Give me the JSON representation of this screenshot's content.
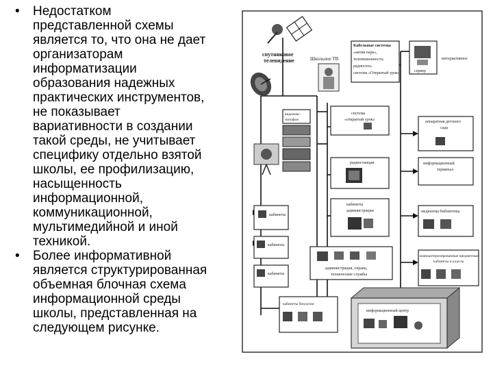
{
  "bullets": [
    {
      "marker": "•",
      "lines": [
        "Недостатком",
        "представленной схемы",
        "является то, что она не дает",
        "организаторам",
        "информатизации",
        "образования надежных",
        "практических инструментов,",
        "не показывает",
        "вариативности в создании",
        "такой среды, не учитывает",
        "специфику отдельно взятой",
        "школы, ее профилизацию,",
        "насыщенность",
        "информационной,",
        "коммуникационной,",
        "мультимедийной и иной",
        "техникой."
      ]
    },
    {
      "marker": "•",
      "lines": [
        "Более информативной",
        "является структурированная",
        "объемная блочная схема",
        "информационной среды",
        "школы, представленная на",
        "следующем рисунке."
      ]
    }
  ],
  "diagram": {
    "satellite_tv": [
      "спутниковое",
      "телевидение"
    ],
    "school_tv": "Школьное ТВ",
    "cable_systems": [
      "Кабельные системы",
      "«актив парк»,",
      "телевизионность;",
      "радиосеть;",
      "система «Открытый урок»"
    ],
    "server": "сервер",
    "interactive": "интерактивное",
    "video_recorder": [
      "видеомаг-",
      "нитофон"
    ],
    "open_lesson": [
      "система",
      "«открытый урок»"
    ],
    "district_hardware": [
      "аппаратная детского",
      "сада"
    ],
    "radio_station": "радиостанция",
    "info_terminal": [
      "информационный",
      "терминал"
    ],
    "admin_offices": [
      "кабинеты",
      "администрации"
    ],
    "library": "медиатека библиотека",
    "cabinets_1": "кабинеты",
    "cabinets_2": "кабинеты",
    "cabinets_3": "кабинеты",
    "administration": [
      "администрация, охрана,",
      "технические службы"
    ],
    "computer_subject": [
      "компьютеризированные предметные",
      "кабинеты и классы"
    ],
    "cabinets_bottom": "кабинеты биологии",
    "info_center": "информационный центр"
  }
}
